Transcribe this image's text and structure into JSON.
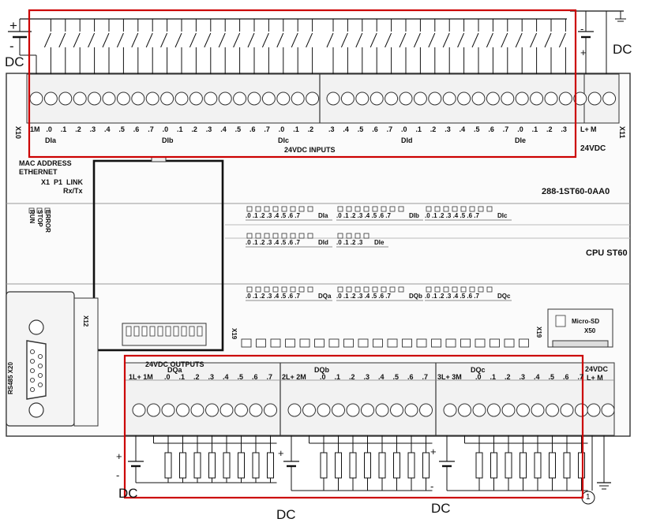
{
  "plc": {
    "model_code": "288-1ST60-0AA0",
    "cpu_name": "CPU ST60",
    "mac_label": "MAC ADDRESS",
    "ethernet_label": "ETHERNET",
    "port_x1": "X1",
    "port_p1": "P1",
    "link_label": "LINK",
    "rxtx_label": "Rx/Tx",
    "status_leds": [
      "RUN",
      "STOP",
      "ERROR"
    ],
    "x10_label": "X10",
    "x11_label": "X11",
    "x12_label": "X12",
    "x19_label": "X19",
    "x20_label": "X20",
    "rs485_label": "RS485 X20",
    "sd_label": "Micro-SD",
    "x50_label": "X50"
  },
  "top_terminal": {
    "group_labels": [
      "DIa",
      "DIb",
      "DIc",
      "DId",
      "DIe"
    ],
    "inputs_label": "24VDC INPUTS",
    "common_label": "1M",
    "right_labels": [
      "L+",
      "M"
    ],
    "supply_label": "24VDC",
    "terminal_labels": [
      ".0",
      ".1",
      ".2",
      ".3",
      ".4",
      ".5",
      ".6",
      ".7",
      ".0",
      ".1",
      ".2",
      ".3",
      ".4",
      ".5",
      ".6",
      ".7",
      ".0",
      ".1",
      ".2",
      ".3",
      ".4",
      ".5",
      ".6",
      ".7",
      ".0",
      ".1",
      ".2",
      ".3",
      ".4",
      ".5",
      ".6",
      ".7",
      ".0",
      ".1",
      ".2",
      ".3"
    ]
  },
  "bottom_terminal": {
    "outputs_label": "24VDC OUTPUTS",
    "group_labels": [
      "DQa",
      "DQb",
      "DQc"
    ],
    "common_labels": [
      "1L+ 1M",
      "2L+ 2M",
      "3L+ 3M"
    ],
    "right_label": "L+ M",
    "supply_label": "24VDC",
    "bit_labels": [
      ".0",
      ".1",
      ".2",
      ".3",
      ".4",
      ".5",
      ".6",
      ".7"
    ]
  },
  "led_rows": {
    "input_row_1": [
      {
        "bits": ".0 .1 .2 .3 .4 .5 .6 .7",
        "group": "DIa"
      },
      {
        "bits": ".0 .1 .2 .3 .4 .5 .6 .7",
        "group": "DIb"
      },
      {
        "bits": ".0 .1 .2 .3 .4 .5 .6 .7",
        "group": "DIc"
      }
    ],
    "input_row_2": [
      {
        "bits": ".0 .1 .2 .3 .4 .5 .6 .7",
        "group": "DId"
      },
      {
        "bits": ".0 .1 .2 .3",
        "group": "DIe"
      }
    ],
    "output_row": [
      {
        "bits": ".0 .1 .2 .3 .4 .5 .6 .7",
        "group": "DQa"
      },
      {
        "bits": ".0 .1 .2 .3 .4 .5 .6 .7",
        "group": "DQb"
      },
      {
        "bits": ".0 .1 .2 .3 .4 .5 .6 .7",
        "group": "DQc"
      }
    ]
  },
  "power_labels": {
    "top_left_dc": "DC",
    "top_right_dc": "DC",
    "bottom_dc_1": "DC",
    "bottom_dc_2": "DC",
    "bottom_dc_3": "DC",
    "plus": "+",
    "minus": "-",
    "note_marker": "1"
  },
  "colors": {
    "highlight": "#cc0000",
    "line": "#222222",
    "panel": "#f4f4f4"
  }
}
